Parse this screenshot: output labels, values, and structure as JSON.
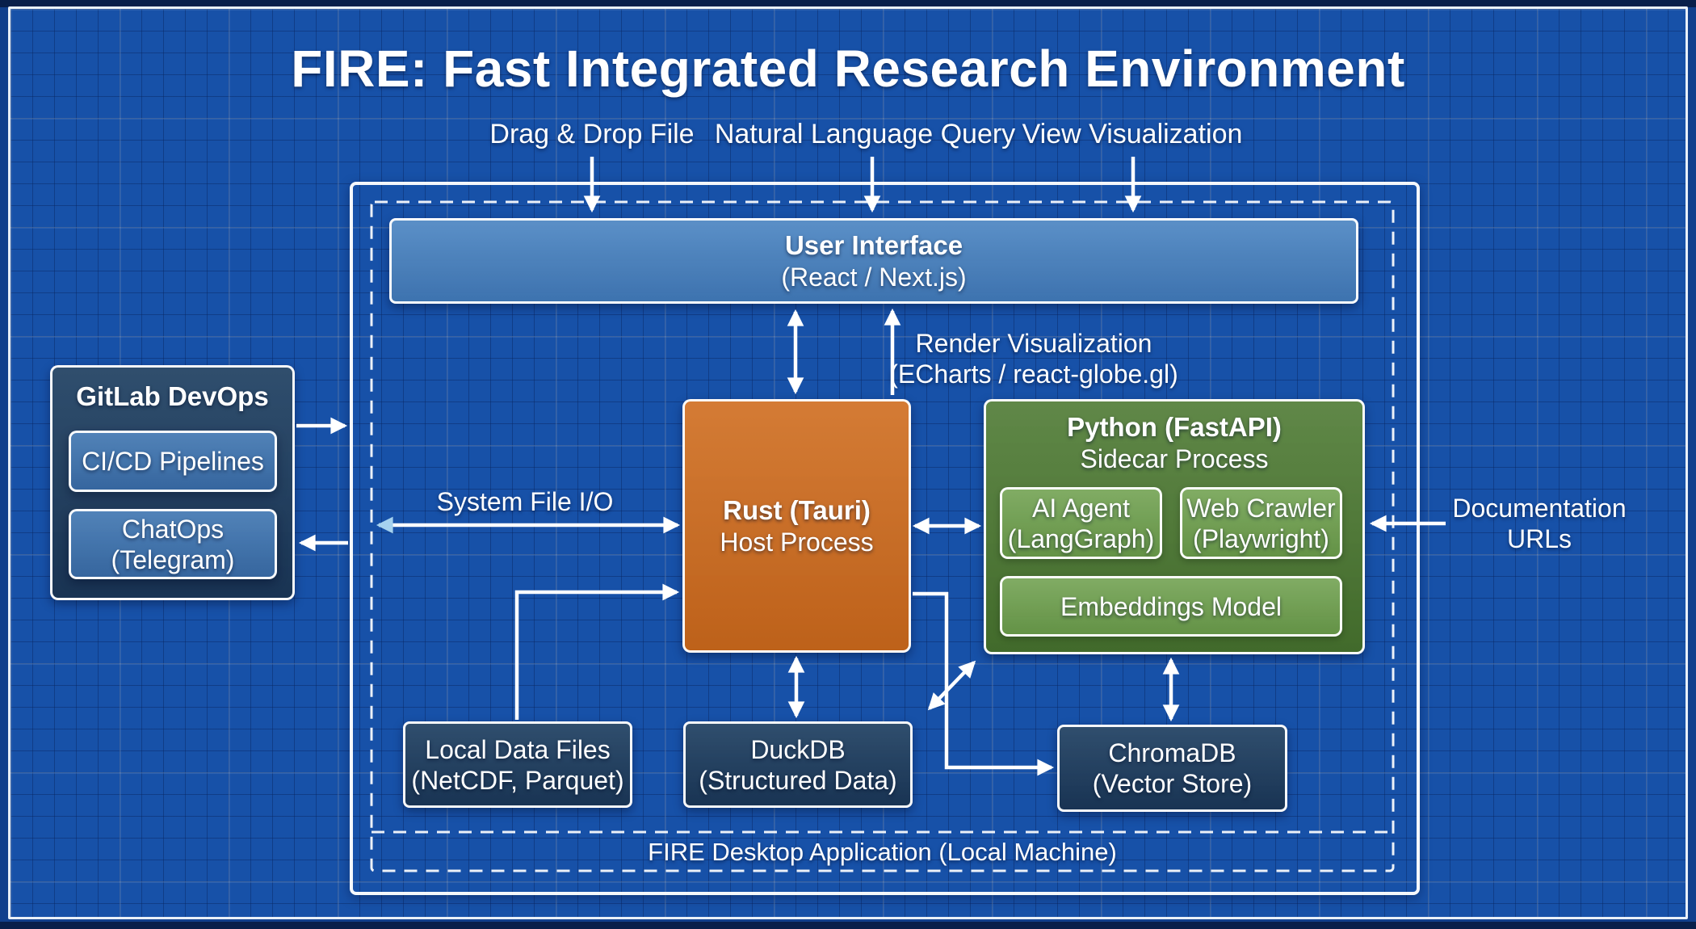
{
  "title": "FIRE: Fast Integrated Research Environment",
  "flows": {
    "drag_drop": "Drag & Drop File",
    "nlq": "Natural Language Query",
    "view_viz": "View Visualization"
  },
  "ui_layer": {
    "title": "User Interface",
    "subtitle": "(React / Next.js)"
  },
  "rust": {
    "title": "Rust (Tauri)",
    "subtitle": "Host Process"
  },
  "python": {
    "title": "Python (FastAPI)",
    "subtitle": "Sidecar Process",
    "ai_agent": {
      "line1": "AI Agent",
      "line2": "(LangGraph)"
    },
    "web_crawler": {
      "line1": "Web Crawler",
      "line2": "(Playwright)"
    },
    "embeddings": "Embeddings Model"
  },
  "gitlab": {
    "title": "GitLab DevOps",
    "cicd": "CI/CD Pipelines",
    "chatops": {
      "line1": "ChatOps",
      "line2": "(Telegram)"
    }
  },
  "storage": {
    "local_files": {
      "line1": "Local Data Files",
      "line2": "(NetCDF, Parquet)"
    },
    "duckdb": {
      "line1": "DuckDB",
      "line2": "(Structured Data)"
    },
    "chromadb": {
      "line1": "ChromaDB",
      "line2": "(Vector Store)"
    }
  },
  "labels": {
    "render_viz1": "Render Visualization",
    "render_viz2": "(ECharts / react-globe.gl)",
    "system_file_io": "System File I/O",
    "doc_urls1": "Documentation",
    "doc_urls2": "URLs",
    "desktop": "FIRE Desktop Application (Local Machine)"
  },
  "colors": {
    "background": "#1751a8",
    "panel_navy": "#1e3f61",
    "panel_blue": "#3d74b0",
    "ui_bar_blue": "#4480bf",
    "rust_orange": "#cf6c1e",
    "python_green": "#4e7a33",
    "python_light_green": "#6fa04e",
    "arrow_white": "#ffffff",
    "arrow_light_blue": "#a5d2ef"
  }
}
